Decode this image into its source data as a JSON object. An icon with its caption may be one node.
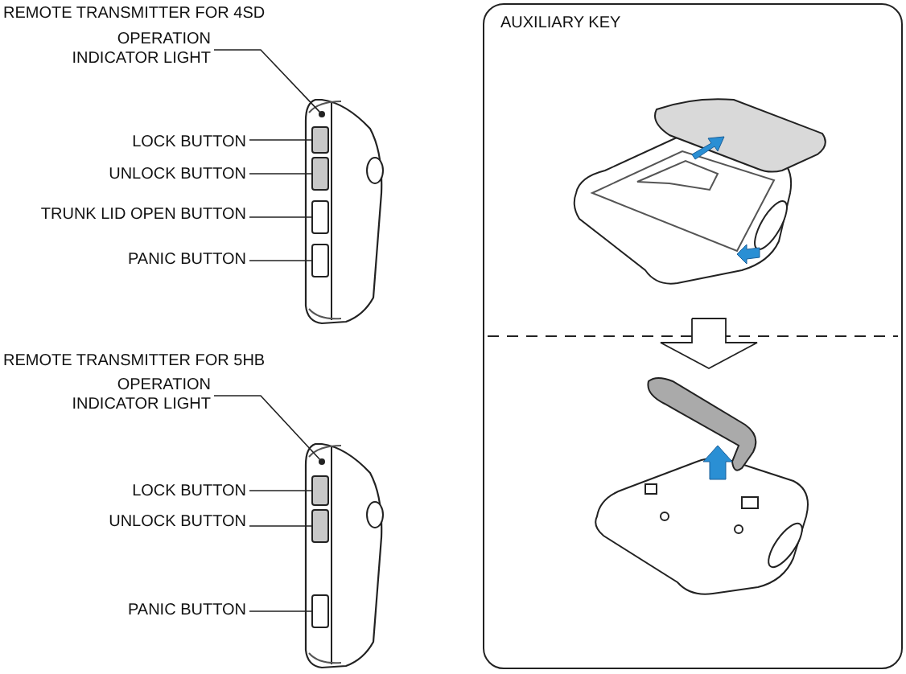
{
  "diagram": {
    "nodes": [
      {
        "text": [
          "OPERATION INDICATOR LIGHT"
        ]
      },
      {
        "text": [
          "LOCK BUTTON"
        ]
      },
      {
        "text": [
          "UNLOCK BUTTON"
        ]
      },
      {
        "text": [
          "TRUNK LID OPEN BUTTON"
        ]
      },
      {
        "text": [
          "PANIC BUTTON"
        ]
      },
      {
        "text": [],
        "shape": "circle"
      },
      {
        "text": [],
        "shape": "box"
      },
      {
        "text": [],
        "shape": "box"
      },
      {
        "text": [],
        "shape": "box"
      },
      {
        "text": [],
        "shape": "box"
      },
      {
        "text": [
          "OPERATION INDICATOR LIGHT"
        ]
      },
      {
        "text": [
          "LOCK BUTTON"
        ]
      },
      {
        "text": [
          "UNLOCK BUTTON"
        ]
      },
      {
        "text": [
          "PANIC BUTTON"
        ]
      },
      {
        "text": [],
        "shape": "circle"
      },
      {
        "text": [],
        "shape": "box"
      },
      {
        "text": [],
        "shape": "box"
      },
      {
        "text": [],
        "shape": "box"
      },
      {
        "text": [
          "AUXILIARY KEY"
        ]
      },
      {
        "text": [],
        "shape": "picture",
        "in": 18
      },
      {
        "text": [],
        "shape": "picture",
        "in": 18
      }
    ],
    "edges": [
      {
        "from": 0,
        "to": 5,
        "arrow": "none"
      },
      {
        "from": 1,
        "to": 6,
        "arrow": "none"
      },
      {
        "from": 2,
        "to": 7,
        "arrow": "none"
      },
      {
        "from": 3,
        "to": 8,
        "arrow": "none"
      },
      {
        "from": 4,
        "to": 9,
        "arrow": "none"
      },
      {
        "from": 10,
        "to": 14,
        "arrow": "none"
      },
      {
        "from": 11,
        "to": 15,
        "arrow": "none"
      },
      {
        "from": 12,
        "to": 16,
        "arrow": "none"
      },
      {
        "from": 13,
        "to": 17,
        "arrow": "none"
      },
      {
        "from": 19,
        "to": 20,
        "arrow": "to"
      }
    ],
    "labels": [
      "REMOTE TRANSMITTER FOR 4SD",
      "REMOTE TRANSMITTER FOR 5HB"
    ]
  }
}
